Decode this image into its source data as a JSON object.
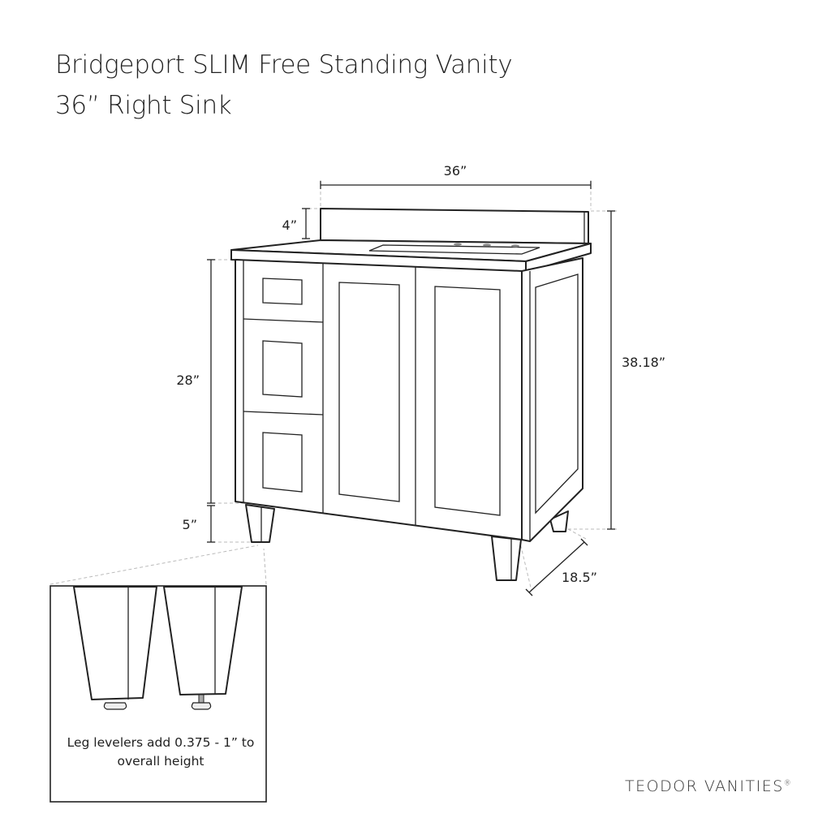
{
  "title_line1": "Bridgeport SLIM Free Standing Vanity",
  "title_line2": "36” Right Sink",
  "dimensions": {
    "width": "36”",
    "backsplash": "4”",
    "cabinet_height": "28”",
    "leg_height": "5”",
    "total_height": "38.18”",
    "depth": "18.5”"
  },
  "inset_note": {
    "line1": "Leg levelers add 0.375 - 1” to",
    "line2": "overall height"
  },
  "brand": "TEODOR VANITIES",
  "brand_mark": "®"
}
